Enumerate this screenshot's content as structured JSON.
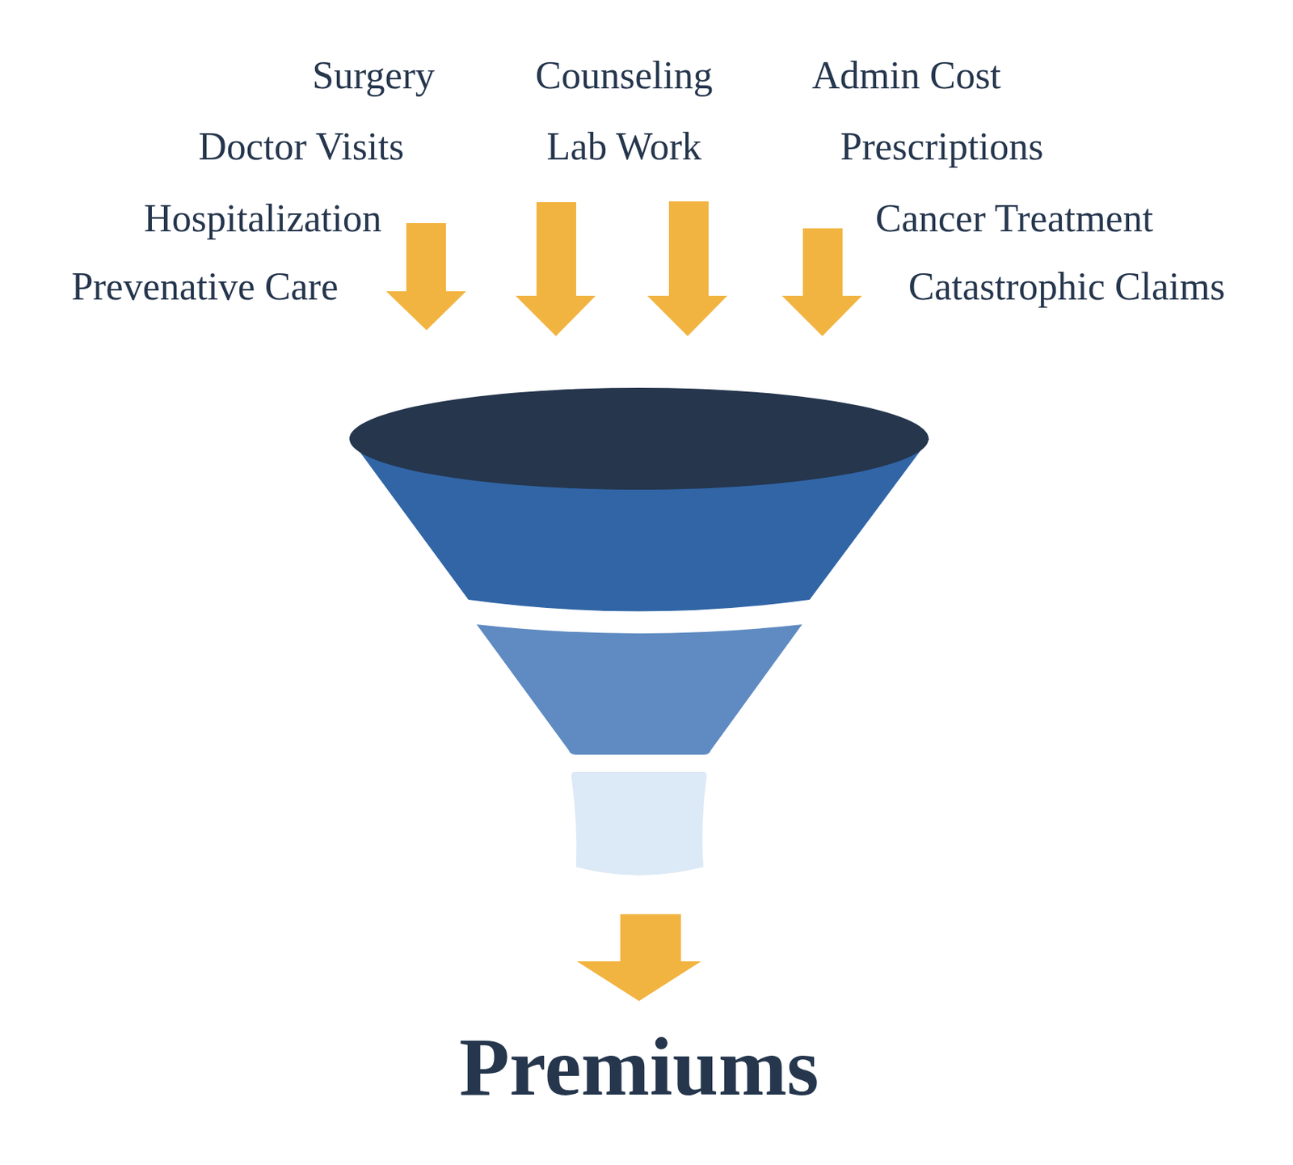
{
  "diagram": {
    "labels": [
      "Surgery",
      "Counseling",
      "Admin Cost",
      "Doctor Visits",
      "Lab Work",
      "Prescriptions",
      "Hospitalization",
      "Cancer Treatment",
      "Prevenative Care",
      "Catastrophic Claims",
      "Premiums"
    ]
  }
}
